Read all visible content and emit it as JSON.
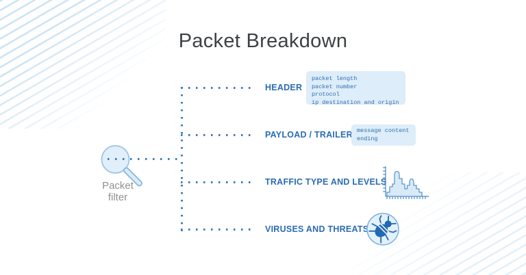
{
  "title": "Packet Breakdown",
  "filter": {
    "icon": "magnifier-icon",
    "caption": "Packet\nfilter"
  },
  "branches": [
    {
      "label": "HEADER",
      "details": "packet length\npacket number\nprotocol\nip destination and origin"
    },
    {
      "label": "PAYLOAD / TRAILER",
      "details": "message content\nending"
    },
    {
      "label": "TRAFFIC TYPE AND LEVELS",
      "icon": "traffic-levels-chart-icon"
    },
    {
      "label": "VIRUSES AND THREATS",
      "icon": "bug-icon"
    }
  ],
  "colors": {
    "accent_blue": "#2a6cb4",
    "dot_blue": "#3d7cbe",
    "note_box_bg": "#ddedf9",
    "note_box_text": "#2f6fb2",
    "title_gray": "#3e4144",
    "caption_gray": "#8d9093",
    "icon_fill": "#d8eaf8",
    "icon_stroke": "#5d98cd",
    "bug_blue": "#2268b2",
    "stripe_blue": "#cde4f4"
  }
}
